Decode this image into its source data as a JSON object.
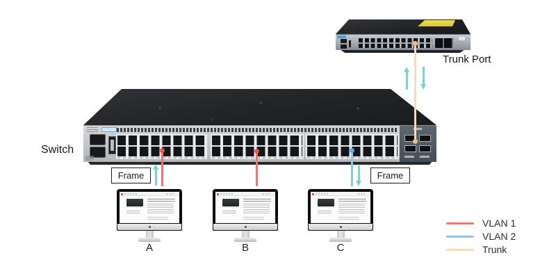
{
  "labels": {
    "switch": "Switch",
    "trunk_port": "Trunk Port"
  },
  "frame_tags": {
    "left": "Frame",
    "right": "Frame"
  },
  "computers": [
    {
      "label": "A",
      "vlan": "VLAN 1"
    },
    {
      "label": "B",
      "vlan": "VLAN 1"
    },
    {
      "label": "C",
      "vlan": "VLAN 2"
    }
  ],
  "legend": [
    {
      "label": "VLAN 1",
      "color": "#ef736e"
    },
    {
      "label": "VLAN 2",
      "color": "#90c4ea"
    },
    {
      "label": "Trunk",
      "color": "#f5dcbb"
    }
  ],
  "colors": {
    "vlan1_line": "#ef736e",
    "vlan1_node": "#e8564f",
    "vlan2_line": "#90c4ea",
    "vlan2_node": "#64abdf",
    "trunk_line": "#f5dcbb",
    "trunk_node": "#efba85",
    "frame_arrow": "#74d7ce"
  },
  "connections": [
    {
      "from": "A",
      "to": "Switch",
      "type": "VLAN 1"
    },
    {
      "from": "B",
      "to": "Switch",
      "type": "VLAN 1"
    },
    {
      "from": "C",
      "to": "Switch",
      "type": "VLAN 2"
    },
    {
      "from": "Switch",
      "to": "Trunk switch",
      "type": "Trunk"
    }
  ],
  "hardware": {
    "main_switch": {
      "rj45_port_groups": 3,
      "ports_per_group": 16,
      "total_rj45_ports": 48,
      "sfp_uplink_ports": 4,
      "mgmt_ports": 2,
      "usb_ports": 1
    },
    "trunk_switch": {
      "sfp_rows": 2,
      "qsfp_ports": 2,
      "mgmt_ports": 2
    }
  }
}
